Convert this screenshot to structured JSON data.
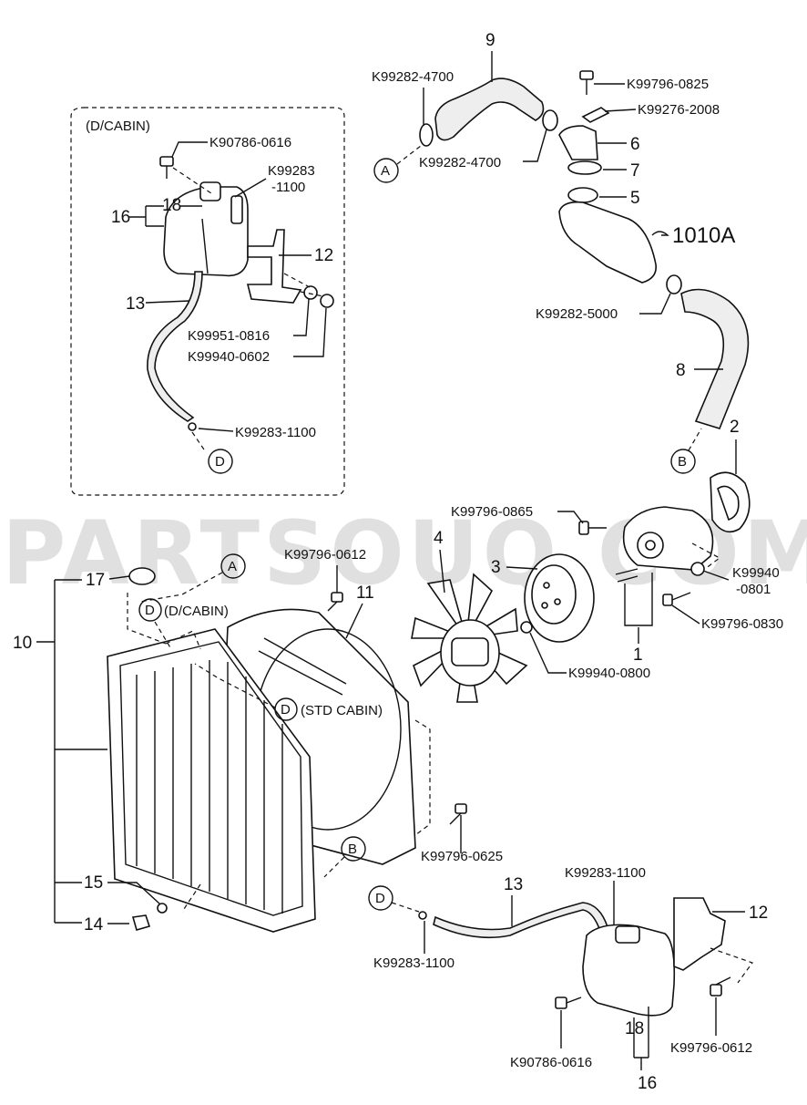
{
  "watermark": "PARTSOUQ.COM",
  "inset": {
    "title": "(D/CABIN)"
  },
  "refs": {
    "A": "A",
    "B": "B",
    "D": "D"
  },
  "ref_page": "1010A",
  "callouts": {
    "c9": "9",
    "c6": "6",
    "c7": "7",
    "c5": "5",
    "c8": "8",
    "c2": "2",
    "c4": "4",
    "c3": "3",
    "c1": "1",
    "c11": "11",
    "c10": "10",
    "c17": "17",
    "c15": "15",
    "c14": "14",
    "c13_main": "13",
    "c12_main": "12",
    "c18_main": "18",
    "c16_main": "16",
    "c16_inset": "16",
    "c18_inset": "18",
    "c12_inset": "12",
    "c13_inset": "13"
  },
  "parts": {
    "k_4700_a": "K99282-4700",
    "k_4700_b": "K99282-4700",
    "k_0825": "K99796-0825",
    "k_2008": "K99276-2008",
    "k_5000": "K99282-5000",
    "k_0865": "K99796-0865",
    "k_0801_a": "K99940",
    "k_0801_b": "-0801",
    "k_0830": "K99796-0830",
    "k_0800": "K99940-0800",
    "k_0612_top": "K99796-0612",
    "k_0625": "K99796-0625",
    "k_1100_top": "K99283-1100",
    "k_1100_hose": "K99283-1100",
    "k_0616_main": "K90786-0616",
    "k_0612_main": "K99796-0612",
    "k_0616_inset": "K90786-0616",
    "k_1100_inset_a": "K99283",
    "k_1100_inset_b": "-1100",
    "k_0816": "K99951-0816",
    "k_0602": "K99940-0602",
    "k_1100_inset_c": "K99283-1100"
  },
  "notes": {
    "d_cabin": "(D/CABIN)",
    "std_cabin": "(STD CABIN)"
  }
}
